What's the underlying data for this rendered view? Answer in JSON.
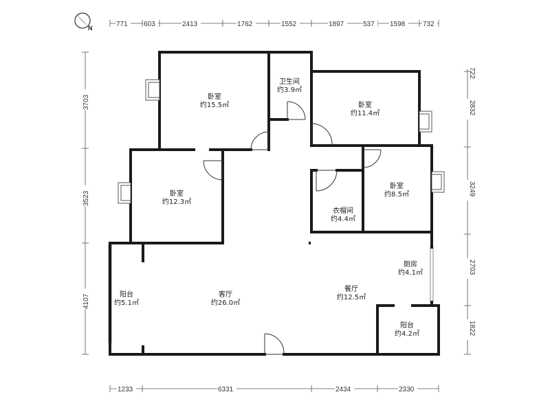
{
  "compass": {
    "label": "N",
    "icon": "north-arrow-icon"
  },
  "dimensions": {
    "top": [
      "771",
      "603",
      "2413",
      "1762",
      "1552",
      "1897",
      "537",
      "1598",
      "732"
    ],
    "bottom": [
      "1233",
      "6331",
      "2434",
      "2330"
    ],
    "left": [
      "3703",
      "3523",
      "4107"
    ],
    "right": [
      "722",
      "2832",
      "3249",
      "2703",
      "1822"
    ]
  },
  "rooms": {
    "bedroom_a": {
      "name": "卧室",
      "area": "约15.5㎡"
    },
    "bathroom": {
      "name": "卫生间",
      "area": "约3.9㎡"
    },
    "bedroom_b": {
      "name": "卧室",
      "area": "约11.4㎡"
    },
    "bedroom_c": {
      "name": "卧室",
      "area": "约12.3㎡"
    },
    "cloakroom": {
      "name": "衣帽间",
      "area": "约4.4㎡"
    },
    "bedroom_d": {
      "name": "卧室",
      "area": "约8.5㎡"
    },
    "kitchen": {
      "name": "厨房",
      "area": "约4.1㎡"
    },
    "balcony_w": {
      "name": "阳台",
      "area": "约5.1㎡"
    },
    "living": {
      "name": "客厅",
      "area": "约26.0㎡"
    },
    "dining": {
      "name": "餐厅",
      "area": "约12.5㎡"
    },
    "balcony_e": {
      "name": "阳台",
      "area": "约4.2㎡"
    }
  }
}
